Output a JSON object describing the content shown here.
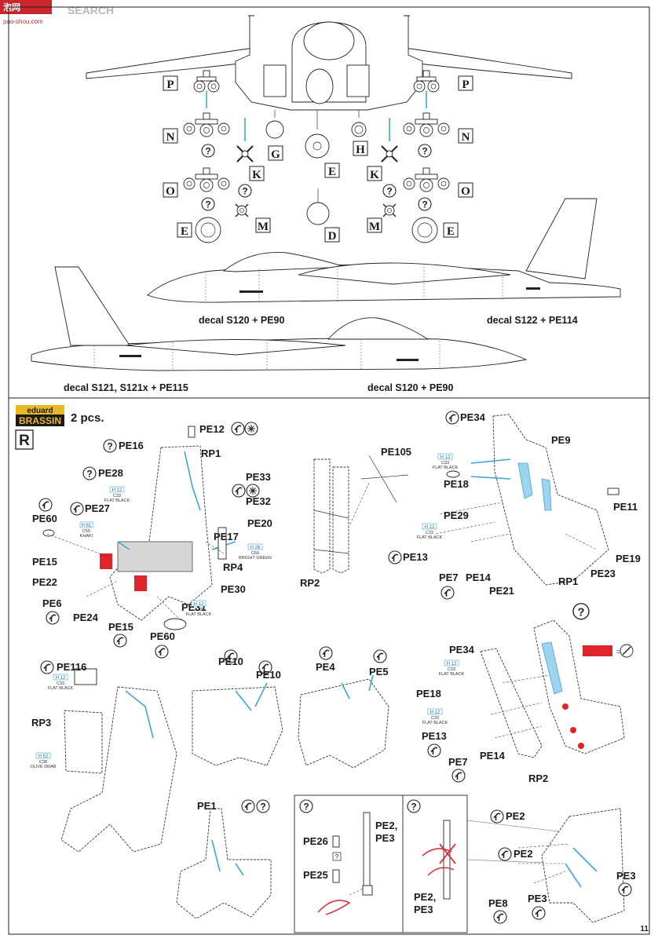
{
  "watermark": {
    "site": "SEARCH",
    "url": "pao-shou.com"
  },
  "page_number": "11",
  "colors": {
    "line_blue": "#3aa8d8",
    "highlight_red": "#e0242b",
    "brassin_bg": "#1a1a1a",
    "brassin_text": "#e8b923"
  },
  "top": {
    "stores_letters": [
      "P",
      "P",
      "N",
      "N",
      "G",
      "H",
      "K",
      "K",
      "E",
      "O",
      "O",
      "M",
      "M",
      "E",
      "E",
      "D"
    ],
    "profile_captions": [
      "decal S120 + PE90",
      "decal S122 + PE114",
      "decal S121, S121x + PE115",
      "decal S120 + PE90"
    ]
  },
  "bottom": {
    "brand_top": "eduard",
    "brand_bottom": "BRASSIN",
    "quantity": "2 pcs.",
    "section_letter": "R",
    "step1": {
      "labels": [
        "PE12",
        "PE16",
        "RP1",
        "PE28",
        "PE33",
        "PE32",
        "PE27",
        "PE20",
        "PE60",
        "PE17",
        "RP4",
        "PE15",
        "PE22",
        "PE30",
        "PE6",
        "PE31",
        "PE24",
        "PE15",
        "PE60"
      ],
      "paints": [
        {
          "code": "H 12",
          "sub": "C33",
          "name": "FLAT BLACK"
        },
        {
          "code": "H 81",
          "sub": "C55",
          "name": "KHAKI"
        },
        {
          "code": "H 26",
          "sub": "C66",
          "name": "BRIGHT GREEN"
        },
        {
          "code": "H 12",
          "sub": "C33",
          "name": "FLAT BLACK"
        }
      ]
    },
    "step2": {
      "labels": [
        "PE105",
        "RP2"
      ]
    },
    "step3": {
      "labels": [
        "PE34",
        "PE9",
        "PE18",
        "PE11",
        "PE29",
        "PE13",
        "PE19",
        "PE7",
        "PE14",
        "RP1",
        "PE23",
        "PE21"
      ],
      "paints": [
        {
          "code": "H 12",
          "sub": "C33",
          "name": "FLAT BLACK"
        },
        {
          "code": "H 12",
          "sub": "C33",
          "name": "FLAT BLACK"
        }
      ]
    },
    "step4": {
      "labels": [
        "PE34",
        "PE18",
        "PE13",
        "PE7",
        "PE14",
        "RP2"
      ],
      "paints": [
        {
          "code": "H 12",
          "sub": "C33",
          "name": "FLAT BLACK"
        },
        {
          "code": "H 12",
          "sub": "C33",
          "name": "FLAT BLACK"
        }
      ],
      "legend_eq": "="
    },
    "step5": {
      "labels": [
        "PE116",
        "RP3"
      ],
      "paints": [
        {
          "code": "H 12",
          "sub": "C33",
          "name": "FLAT BLACK"
        },
        {
          "code": "H 52",
          "sub": "C38",
          "name": "OLIVE DRAB"
        }
      ]
    },
    "step6": {
      "labels": [
        "PE10",
        "PE10"
      ]
    },
    "step7": {
      "labels": [
        "PE4",
        "PE5"
      ]
    },
    "step8": {
      "labels": [
        "PE1"
      ]
    },
    "step9": {
      "labels": [
        "PE26",
        "PE25",
        "PE2,",
        "PE3"
      ],
      "unknown_mark": "?"
    },
    "step10": {
      "labels": [
        "PE2,",
        "PE3"
      ]
    },
    "step11": {
      "labels": [
        "PE2",
        "PE2",
        "PE3",
        "PE8",
        "PE3"
      ]
    }
  }
}
